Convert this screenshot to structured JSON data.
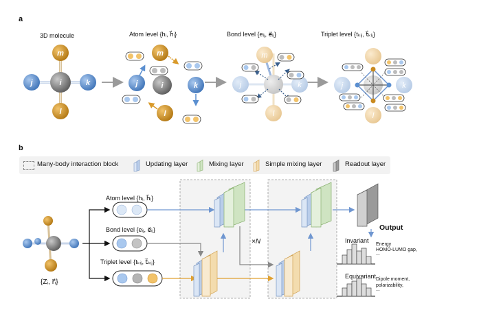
{
  "panel_a": {
    "label": "a",
    "titles": {
      "mol": "3D molecule",
      "atom": "Atom level {hᵢ, h⃗ᵢ}",
      "bond": "Bond level {eᵢⱼ, e⃗ᵢⱼ}",
      "triplet": "Triplet level {tₖᵢⱼ, t⃗ₖᵢⱼ}"
    },
    "atoms": {
      "i": "i",
      "j": "j",
      "k": "k",
      "l": "l",
      "m": "m"
    }
  },
  "panel_b": {
    "label": "b",
    "legend": {
      "interaction_block": "Many-body interaction block",
      "updating": "Updating layer",
      "mixing": "Mixing layer",
      "simple_mixing": "Simple mixing layer",
      "readout": "Readout layer"
    },
    "inputs": {
      "atom": "Atom level {hᵢ, h⃗ᵢ}",
      "bond": "Bond level {eᵢⱼ, e⃗ᵢⱼ}",
      "triplet": "Triplet level {tₖᵢⱼ, t⃗ₖᵢⱼ}"
    },
    "molecule_label": "{Zᵢ, r⃗ᵢ}",
    "repeat": "×N",
    "output": {
      "title": "Output",
      "invariant": "Invariant",
      "invariant_desc_1": "Energy",
      "invariant_desc_2": "HOMO-LUMO gap,",
      "invariant_desc_3": "...",
      "equivariant": "Equivariant",
      "equivariant_desc_1": "Dipole moment,",
      "equivariant_desc_2": "polarizability,",
      "equivariant_desc_3": "..."
    }
  },
  "colors": {
    "blue_atom": "#4f86c6",
    "gray_atom": "#7a7a7a",
    "orange_atom": "#c98a1f",
    "blue_layer": "#b9cdea",
    "green_layer": "#cfe4c2",
    "orange_layer": "#f3dcae",
    "gray_layer": "#9a9a9a",
    "arrow_blue": "#6f96d0",
    "arrow_orange": "#e0a030",
    "arrow_gray": "#888888"
  }
}
